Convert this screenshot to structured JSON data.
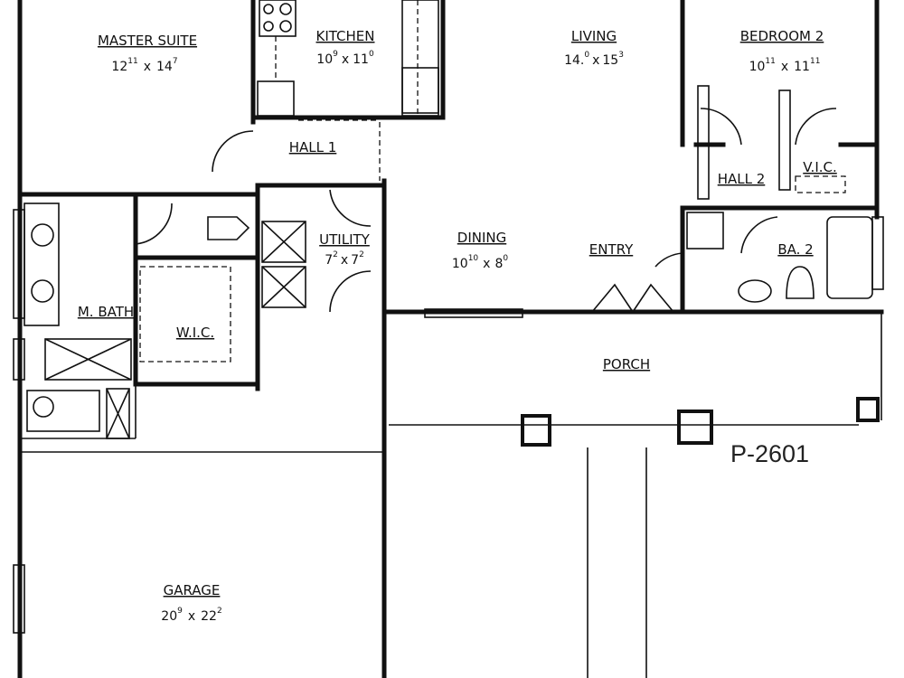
{
  "plan_code": "P-2601",
  "rooms": {
    "master_suite": {
      "name": "MASTER SUITE",
      "a": "12",
      "a_in": "11",
      "x": "x",
      "b": "14",
      "b_in": "7"
    },
    "kitchen": {
      "name": "KITCHEN",
      "a": "10",
      "a_in": "9",
      "x": "x",
      "b": "11",
      "b_in": "0"
    },
    "living": {
      "name": "LIVING",
      "a": "14.",
      "a_in": "0",
      "x": "x",
      "b": "15",
      "b_in": "3"
    },
    "bedroom_2": {
      "name": "BEDROOM 2",
      "a": "10",
      "a_in": "11",
      "x": "x",
      "b": "11",
      "b_in": "11"
    },
    "hall_1": {
      "name": "HALL 1"
    },
    "hall_2": {
      "name": "HALL 2"
    },
    "vic": {
      "name": "V.I.C."
    },
    "utility": {
      "name": "UTILITY",
      "a": "7",
      "a_in": "2",
      "x": "x",
      "b": "7",
      "b_in": "2"
    },
    "dining": {
      "name": "DINING",
      "a": "10",
      "a_in": "10",
      "x": "x",
      "b": "8",
      "b_in": "0"
    },
    "entry": {
      "name": "ENTRY"
    },
    "ba_2": {
      "name": "BA. 2"
    },
    "m_bath": {
      "name": "M. BATH"
    },
    "wic": {
      "name": "W.I.C."
    },
    "porch": {
      "name": "PORCH"
    },
    "garage": {
      "name": "GARAGE",
      "a": "20",
      "a_in": "9",
      "x": "x",
      "b": "22",
      "b_in": "2"
    }
  }
}
